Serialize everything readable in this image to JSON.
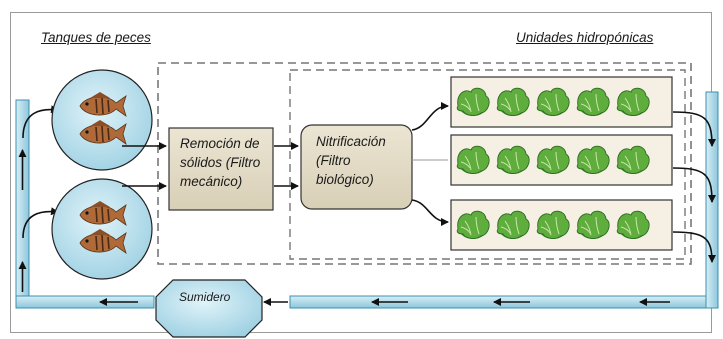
{
  "labels": {
    "fish_tanks": "Tanques de peces",
    "hydroponic_units": "Unidades hidropónicas",
    "solids_removal": "Remoción de sólidos (Filtro mecánico)",
    "nitrification": "Nitrificación (Filtro biológico)",
    "sump": "Sumidero"
  },
  "counts": {
    "fish_per_tank": 2,
    "plants_per_bed": 5
  },
  "icons": {
    "fish": "fish-icon",
    "plant": "lettuce-icon"
  },
  "colors": {
    "pipe": "#b9dde8",
    "pipe_edge": "#3d8fb0",
    "tank_fill": "#bfe3ee",
    "filter_fill": "#e3dcc8",
    "bed_fill": "#f5f0e3",
    "dashed": "#777777"
  }
}
